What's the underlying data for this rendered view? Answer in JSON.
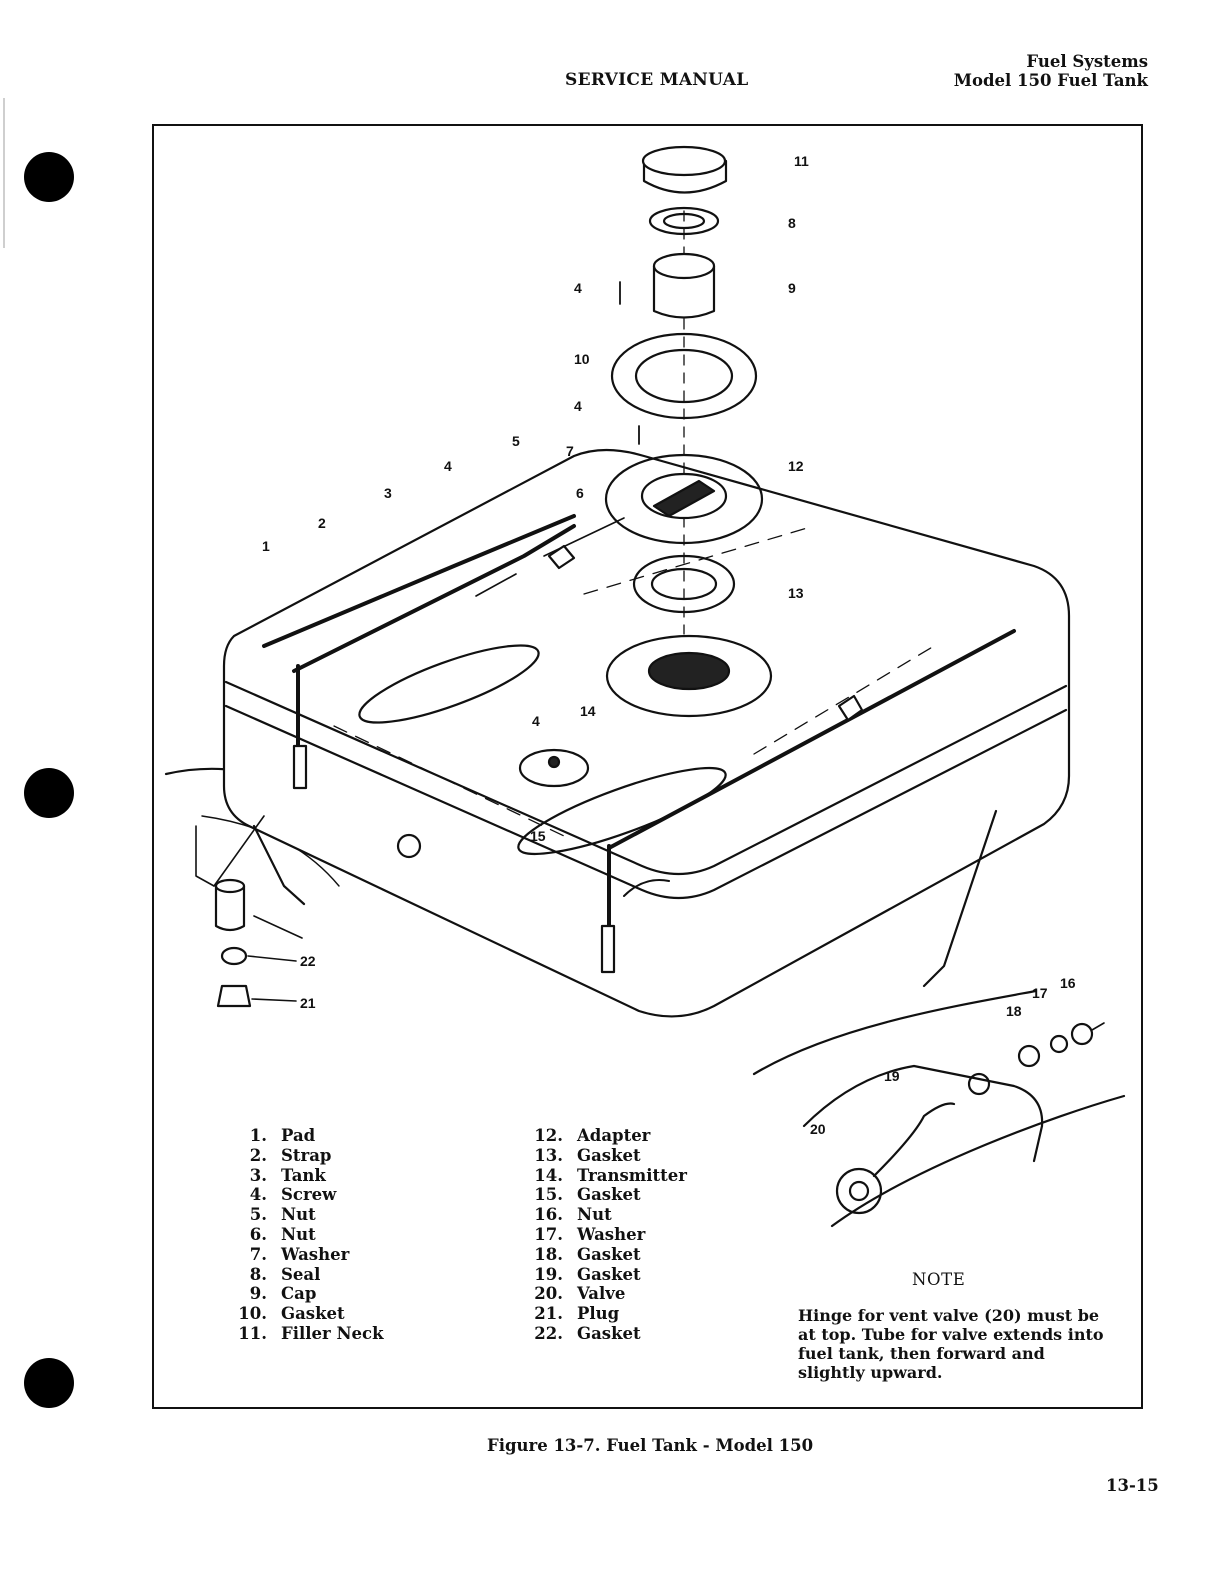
{
  "header": {
    "center_title": "SERVICE MANUAL",
    "section_line1": "Fuel Systems",
    "section_line2": "Model 150 Fuel Tank"
  },
  "figure": {
    "callouts": [
      "1",
      "2",
      "3",
      "4",
      "4",
      "4",
      "4",
      "5",
      "6",
      "7",
      "8",
      "9",
      "10",
      "11",
      "12",
      "13",
      "14",
      "15",
      "16",
      "17",
      "18",
      "19",
      "20",
      "21",
      "22"
    ],
    "legend_left": [
      {
        "num": "1.",
        "label": "Pad"
      },
      {
        "num": "2.",
        "label": "Strap"
      },
      {
        "num": "3.",
        "label": "Tank"
      },
      {
        "num": "4.",
        "label": "Screw"
      },
      {
        "num": "5.",
        "label": "Nut"
      },
      {
        "num": "6.",
        "label": "Nut"
      },
      {
        "num": "7.",
        "label": "Washer"
      },
      {
        "num": "8.",
        "label": "Seal"
      },
      {
        "num": "9.",
        "label": "Cap"
      },
      {
        "num": "10.",
        "label": "Gasket"
      },
      {
        "num": "11.",
        "label": "Filler Neck"
      }
    ],
    "legend_right": [
      {
        "num": "12.",
        "label": "Adapter"
      },
      {
        "num": "13.",
        "label": "Gasket"
      },
      {
        "num": "14.",
        "label": "Transmitter"
      },
      {
        "num": "15.",
        "label": "Gasket"
      },
      {
        "num": "16.",
        "label": "Nut"
      },
      {
        "num": "17.",
        "label": "Washer"
      },
      {
        "num": "18.",
        "label": "Gasket"
      },
      {
        "num": "19.",
        "label": "Gasket"
      },
      {
        "num": "20.",
        "label": "Valve"
      },
      {
        "num": "21.",
        "label": "Plug"
      },
      {
        "num": "22.",
        "label": "Gasket"
      }
    ],
    "note_title": "NOTE",
    "note_text": "Hinge for vent valve (20) must be at top.  Tube for valve extends into fuel tank, then forward and slightly upward."
  },
  "caption": "Figure 13-7.  Fuel Tank - Model 150",
  "page_number": "13-15"
}
